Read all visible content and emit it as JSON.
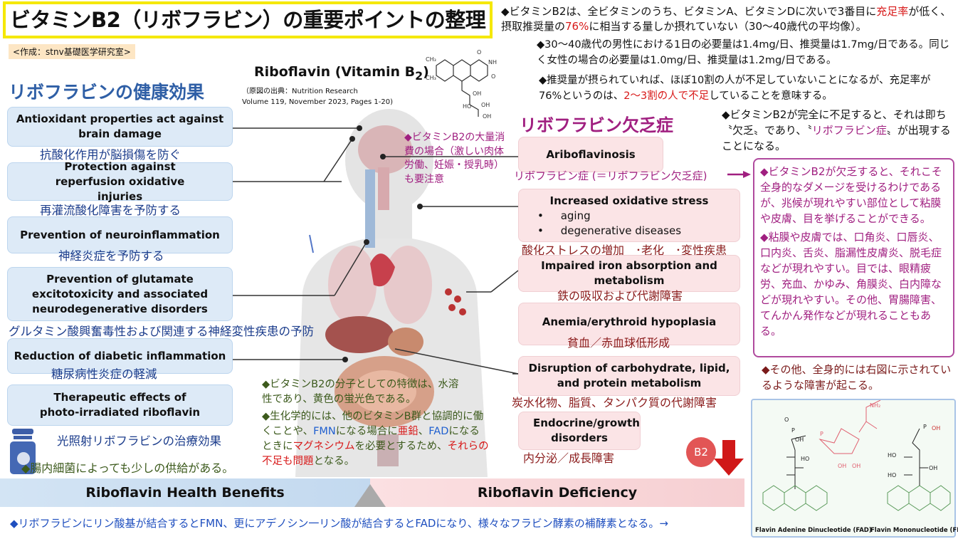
{
  "title": "ビタミンB2（リボフラビン）の重要ポイントの整理",
  "credit": "<作成：stnv基礎医学研究室>",
  "center": {
    "heading": "Riboflavin (Vitamin B",
    "heading_sub": "2",
    "heading_end": ")",
    "citation1": "（原図の出典：Nutrition Research",
    "citation2": "Volume 119, November 2023, Pages 1-20)"
  },
  "benefits": {
    "heading": "リボフラビンの健康効果",
    "items": [
      {
        "en": "Antioxidant properties act against brain damage",
        "jp": "抗酸化作用が脳損傷を防ぐ"
      },
      {
        "en": "Protection against reperfusion oxidative injuries",
        "jp": "再灌流酸化障害を予防する"
      },
      {
        "en": "Prevention of neuroinflammation",
        "jp": "神経炎症を予防する"
      },
      {
        "en": "Prevention of glutamate excitotoxicity and associated neurodegenerative disorders",
        "jp": "グルタミン酸興奮毒性および関連する神経変性疾患の予防"
      },
      {
        "en": "Reduction of diabetic inflammation",
        "jp": "糖尿病性炎症の軽減"
      },
      {
        "en": "Therapeutic effects of photo-irradiated riboflavin",
        "jp": "光照射リボフラビンの治療効果"
      }
    ]
  },
  "deficiency": {
    "heading": "リボフラビン欠乏症",
    "items": [
      {
        "en": "Ariboflavinosis",
        "jp": "リボフラビン症 (＝リボフラビン欠乏症)"
      },
      {
        "en": "Increased oxidative stress",
        "bullets": [
          "aging",
          "degenerative diseases"
        ],
        "jp": "酸化ストレスの増加　･老化　･変性疾患"
      },
      {
        "en": "Impaired iron absorption and metabolism",
        "jp": "鉄の吸収および代謝障害"
      },
      {
        "en": "Anemia/erythroid hypoplasia",
        "jp": "貧血／赤血球低形成"
      },
      {
        "en": "Disruption of carbohydrate, lipid, and protein metabolism",
        "jp": "炭水化物、脂質、タンパク質の代謝障害"
      },
      {
        "en": "Endocrine/growth disorders",
        "jp": "内分泌／成長障害"
      }
    ]
  },
  "notes": {
    "n1a": "◆ビタミンB2は、全ビタミンのうち、ビタミンA、ビタミンDに次いで3番目に",
    "n1r": "充足率",
    "n1b": "が低く、摂取推奨量の",
    "n1r2": "76%",
    "n1c": "に相当する量しか摂れていない（30～40歳代の平均像）。",
    "n2": "◆30～40歳代の男性における1日の必要量は1.4mg/日、推奨量は1.7mg/日である。同じく女性の場合の必要量は1.0mg/日、推奨量は1.2mg/日である。",
    "n3a": "◆推奨量が摂られていれば、ほぼ10割の人が不足していないことになるが、充足率が76%というのは、",
    "n3r": "2～3割の人で不足",
    "n3b": "していることを意味する。",
    "n4a": "◆ビタミンB2が完全に不足すると、それは即ち〝欠乏〟であり、〝",
    "n4m": "リボフラビン症",
    "n4b": "〟が出現することになる。",
    "box1": "◆ビタミンB2が欠乏すると、それこそ全身的なダメージを受けるわけであるが、兆候が現れやすい部位として粘膜や皮膚、目を挙げることができる。",
    "box2": "◆粘膜や皮膚では、口角炎、口唇炎、口内炎、舌炎、脂漏性皮膚炎、脱毛症などが現れやすい。目では、眼精疲労、充血、かゆみ、角膜炎、白内障などが現れやすい。その他、胃腸障害、てんかん発作などが現れることもある。",
    "other": "◆その他、全身的には右図に示されているような障害が起こる。",
    "consumption": "◆ビタミンB2の大量消費の場合（激しい肉体労働、妊娠・授乳時）も要注意",
    "g1": "◆ビタミンB2の分子としての特徴は、水溶性であり、黄色の蛍光色である。",
    "g2a": "◆生化学的には、他のビタミンB群と協調的に働くことや、",
    "g2b": "FMN",
    "g2c": "になる場合に",
    "g2d": "亜鉛",
    "g2e": "、",
    "g2f": "FAD",
    "g2g": "になるときに",
    "g2h": "マグネシウム",
    "g2i": "を必要とするため、",
    "g2j": "それらの不足も問題",
    "g2k": "となる。",
    "gut": "◆腸内細菌によっても少しの供給がある。",
    "bottom": "◆リボフラビンにリン酸基が結合するとFMN、更にアデノシン一リン酸が結合するとFADになり、様々なフラビン酵素の補酵素となる。→"
  },
  "band": {
    "left": "Riboflavin Health Benefits",
    "right": "Riboflavin Deficiency"
  },
  "b2_icon": "B2",
  "structures": {
    "fad": "Flavin Adenine Dinucleotide (FAD)",
    "fmn": "Flavin Mononucleotide (FMN)"
  }
}
